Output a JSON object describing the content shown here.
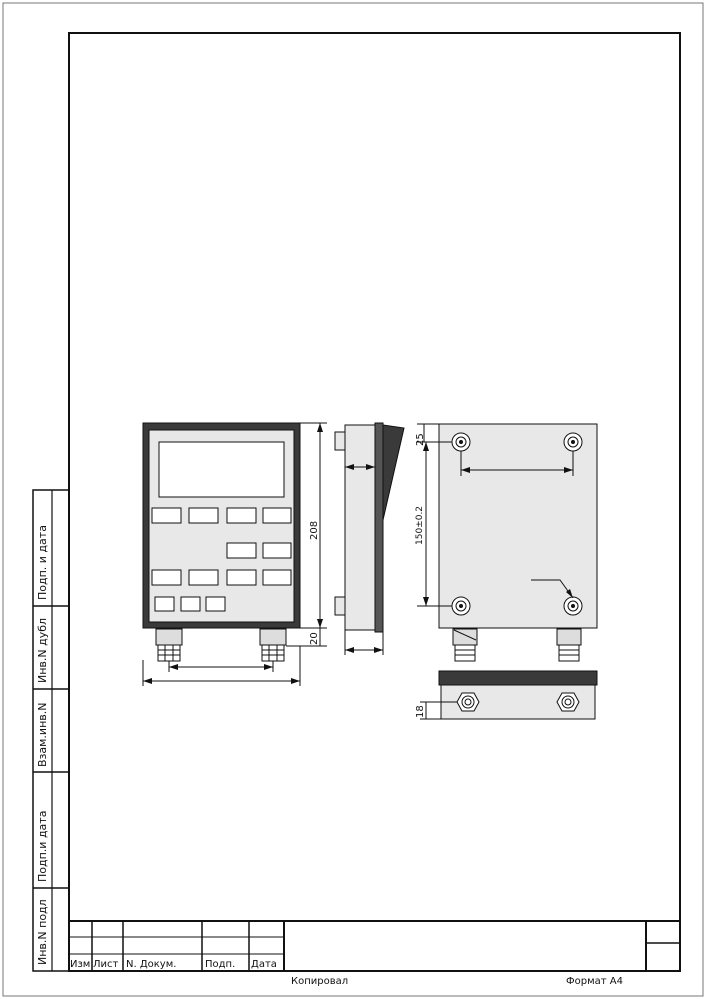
{
  "side_stamps": [
    {
      "key": "podp_data_top",
      "label": "Подп.  и  дата"
    },
    {
      "key": "inv_dubl",
      "label": "Инв.N дубл"
    },
    {
      "key": "vzam_inv",
      "label": "Взам.инв.N"
    },
    {
      "key": "podp_data_bottom",
      "label": "Подп.и дата"
    },
    {
      "key": "inv_podl",
      "label": "Инв.N подл"
    }
  ],
  "title_block": {
    "izm": "Изм",
    "list": "Лист",
    "n_dokum": "N. Докум.",
    "podp": "Подп.",
    "data": "Дата"
  },
  "footer": {
    "copied": "Копировал",
    "format": "Формат А4"
  },
  "dimensions": {
    "height_208": "208",
    "bottom_20": "20",
    "hole_25": "25",
    "spacing_150": "150±0.2",
    "depth_18": "18"
  },
  "colors": {
    "line": "#111111",
    "panel_fill": "#e8e8e8",
    "dark_fill": "#3a3a3a"
  }
}
